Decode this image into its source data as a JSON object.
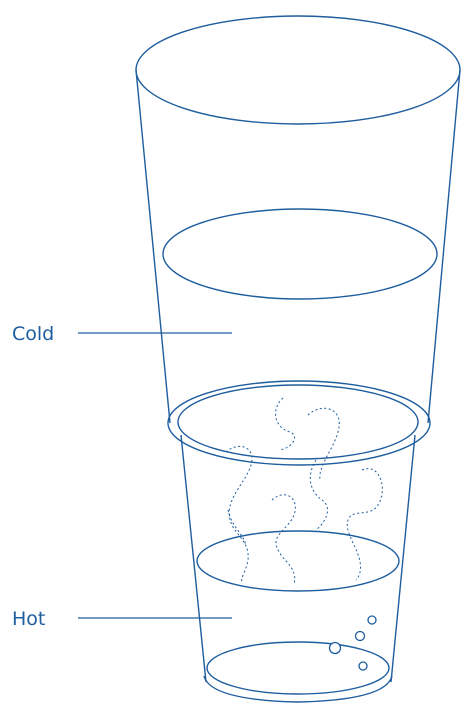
{
  "colors": {
    "stroke": "#1e5d9e",
    "text": "#1e5d9e",
    "background": "#ffffff"
  },
  "labels": {
    "cold": "Cold",
    "hot": "Hot"
  },
  "figure": {
    "description_type": "glass-stacked-in-glass",
    "top_glass": "cold-water-glass",
    "bottom_glass": "hot-water-glass",
    "hot_glass_features": [
      "dotted-convection-swirls",
      "rising-bubbles"
    ]
  }
}
